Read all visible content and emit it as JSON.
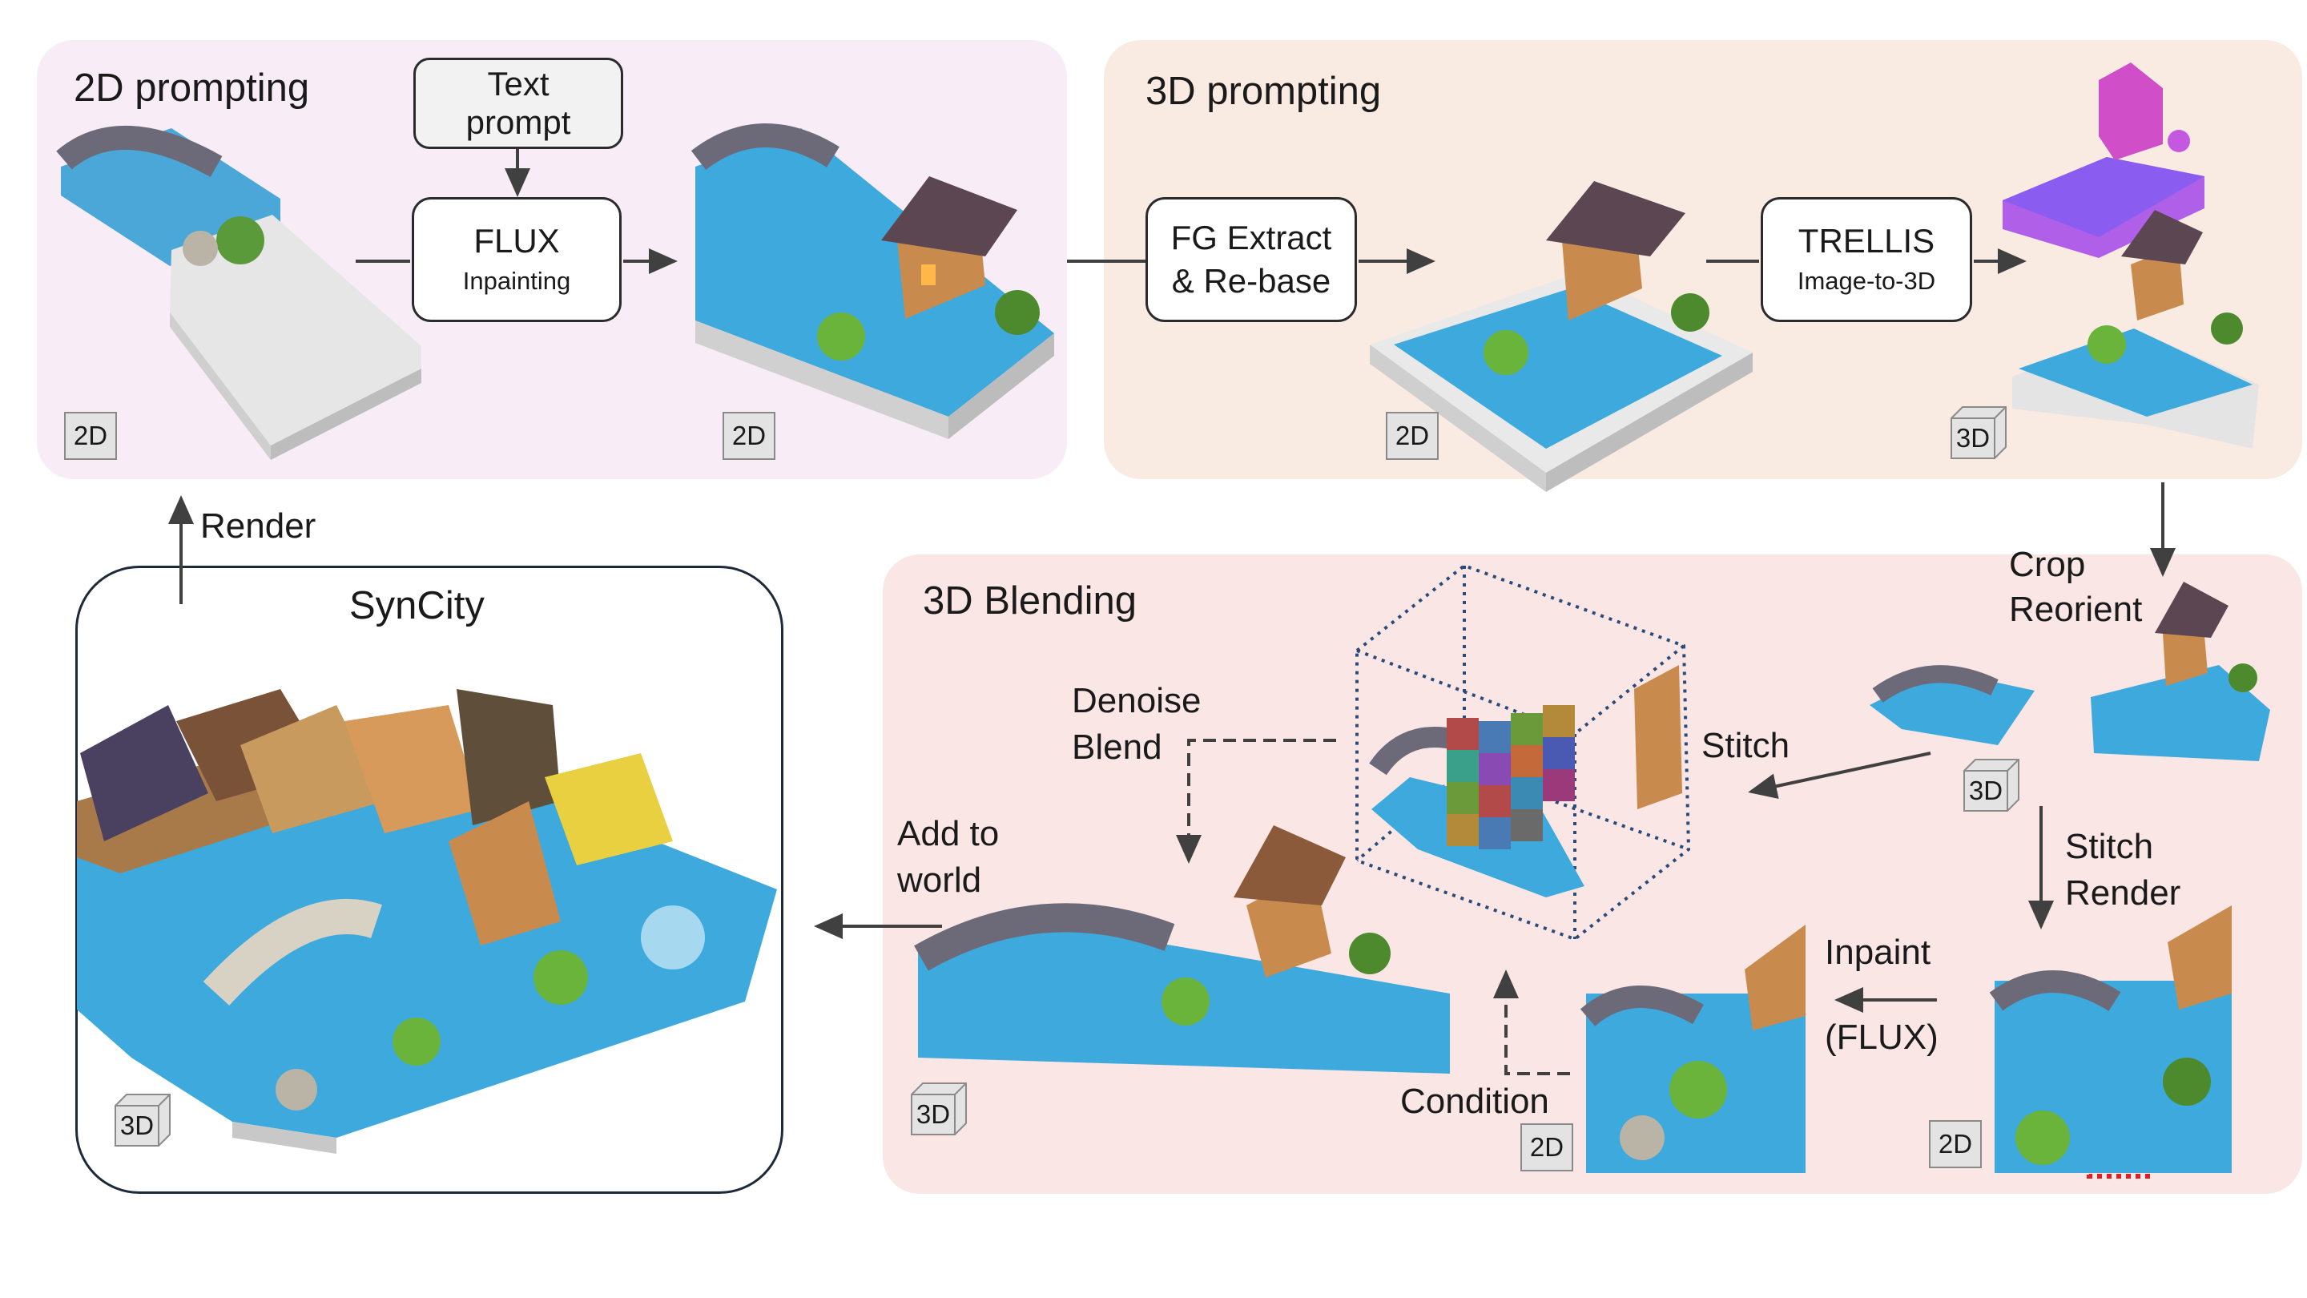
{
  "panels": {
    "prompting_2d": "2D prompting",
    "prompting_3d": "3D prompting",
    "blending_3d": "3D Blending",
    "syncity": "SynCity"
  },
  "boxes": {
    "text_prompt": [
      "Text",
      "prompt"
    ],
    "flux": {
      "line1": "FLUX",
      "line2": "Inpainting"
    },
    "fg_extract": {
      "line1": "FG Extract",
      "line2": "& Re-base"
    },
    "trellis": {
      "line1": "TRELLIS",
      "line2": "Image-to-3D"
    }
  },
  "labels": {
    "render": "Render",
    "crop": "Crop",
    "reorient": "Reorient",
    "stitch": "Stitch",
    "stitch2": "Stitch",
    "render2": "Render",
    "inpaint": "Inpaint",
    "flux_paren": "(FLUX)",
    "condition": "Condition",
    "denoise": "Denoise",
    "blend": "Blend",
    "add_to": "Add to",
    "world": "world"
  },
  "badges": {
    "two_d": "2D",
    "three_d": "3D"
  },
  "colors": {
    "panel_2d": "#f8ecf6",
    "panel_3d": "#faebe2",
    "panel_blend": "#fbe6e6",
    "arrow": "#404040",
    "dotted_box": "#2a4a7a",
    "crop_box": "#e02020"
  }
}
